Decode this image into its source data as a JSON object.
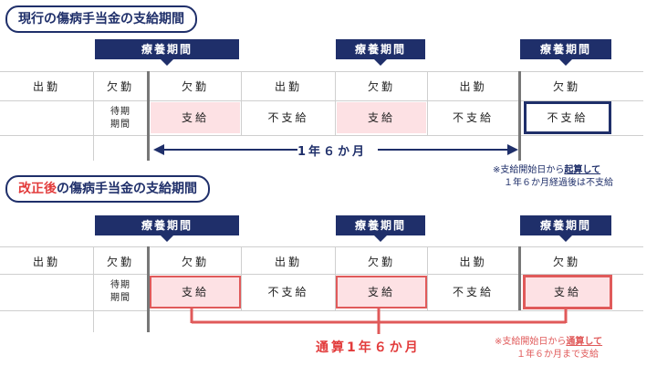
{
  "current": {
    "title": "現行の傷病手当金の支給期間",
    "banner": "療養期間",
    "headers": [
      "出勤",
      "欠勤",
      "欠勤",
      "出勤",
      "欠勤",
      "出勤",
      "欠勤"
    ],
    "waiting": "待期\n期間",
    "statuses": [
      "支給",
      "不支給",
      "支給",
      "不支給",
      "不支給"
    ],
    "span_label": "1年６か月",
    "note_prefix": "※支給開始日から",
    "note_emph": "起算して",
    "note_line2": "１年６か月経過後は不支給"
  },
  "revised": {
    "title_prefix": "改正後",
    "title_suffix": "の傷病手当金の支給期間",
    "banner": "療養期間",
    "headers": [
      "出勤",
      "欠勤",
      "欠勤",
      "出勤",
      "欠勤",
      "出勤",
      "欠勤"
    ],
    "waiting": "待期\n期間",
    "statuses": [
      "支給",
      "不支給",
      "支給",
      "不支給",
      "支給"
    ],
    "span_label": "通算1年６か月",
    "note_prefix": "※支給開始日から",
    "note_emph": "通算して",
    "note_line2": "１年６か月まで支給"
  },
  "colors": {
    "navy": "#1f2f6a",
    "red": "#e23b3b",
    "pink": "#fde1e4"
  }
}
